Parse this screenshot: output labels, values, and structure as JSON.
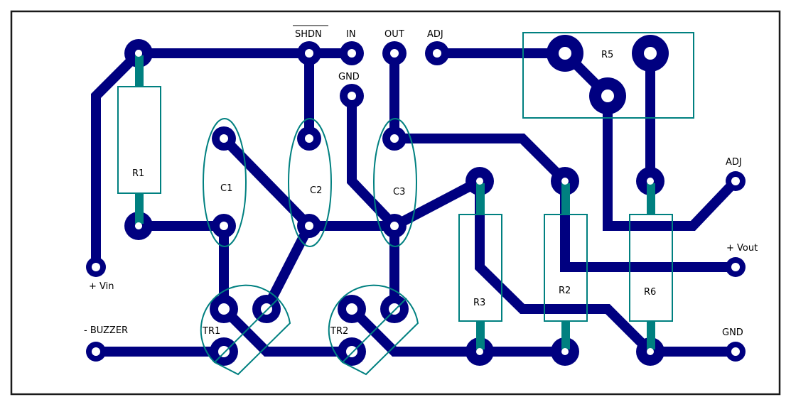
{
  "diagram": {
    "type": "pcb-layout",
    "title": "Adjustable voltage regulator with buzzer PCB layout",
    "colors": {
      "copper": "#000080",
      "silkscreen": "#008080",
      "board_outline": "#1a1a1a",
      "background": "#ffffff"
    },
    "components": {
      "R1": "R1",
      "R2": "R2",
      "R3": "R3",
      "R5": "R5",
      "R6": "R6",
      "C1": "C1",
      "C2": "C2",
      "C3": "C3",
      "TR1": "TR1",
      "TR2": "TR2"
    },
    "ic_pins": {
      "shdn": "SHDN",
      "in": "IN",
      "out": "OUT",
      "adj": "ADJ",
      "gnd": "GND"
    },
    "connectors": {
      "vin": "+ Vin",
      "buzzer": "- BUZZER",
      "adj": "ADJ",
      "vout": "+ Vout",
      "gnd": "GND"
    }
  }
}
